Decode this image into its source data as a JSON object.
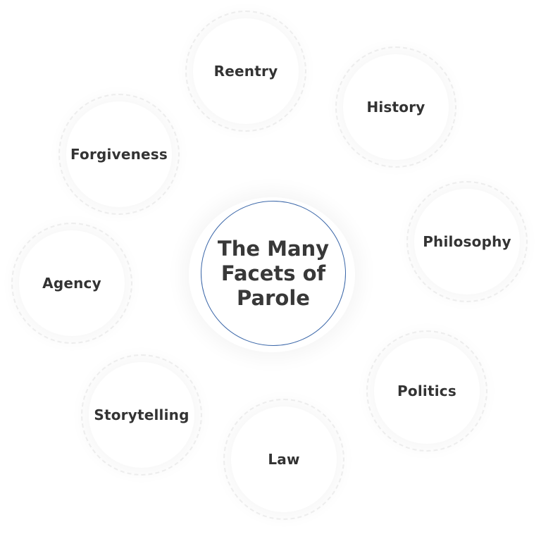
{
  "center": {
    "line1": "The Many",
    "line2": "Facets of",
    "line3": "Parole",
    "ring_color": "#3a66a8"
  },
  "facets": [
    {
      "label": "Reentry"
    },
    {
      "label": "History"
    },
    {
      "label": "Forgiveness"
    },
    {
      "label": "Philosophy"
    },
    {
      "label": "Agency"
    },
    {
      "label": "Politics"
    },
    {
      "label": "Storytelling"
    },
    {
      "label": "Law"
    }
  ],
  "colors": {
    "text": "#333333",
    "background": "#ffffff"
  }
}
